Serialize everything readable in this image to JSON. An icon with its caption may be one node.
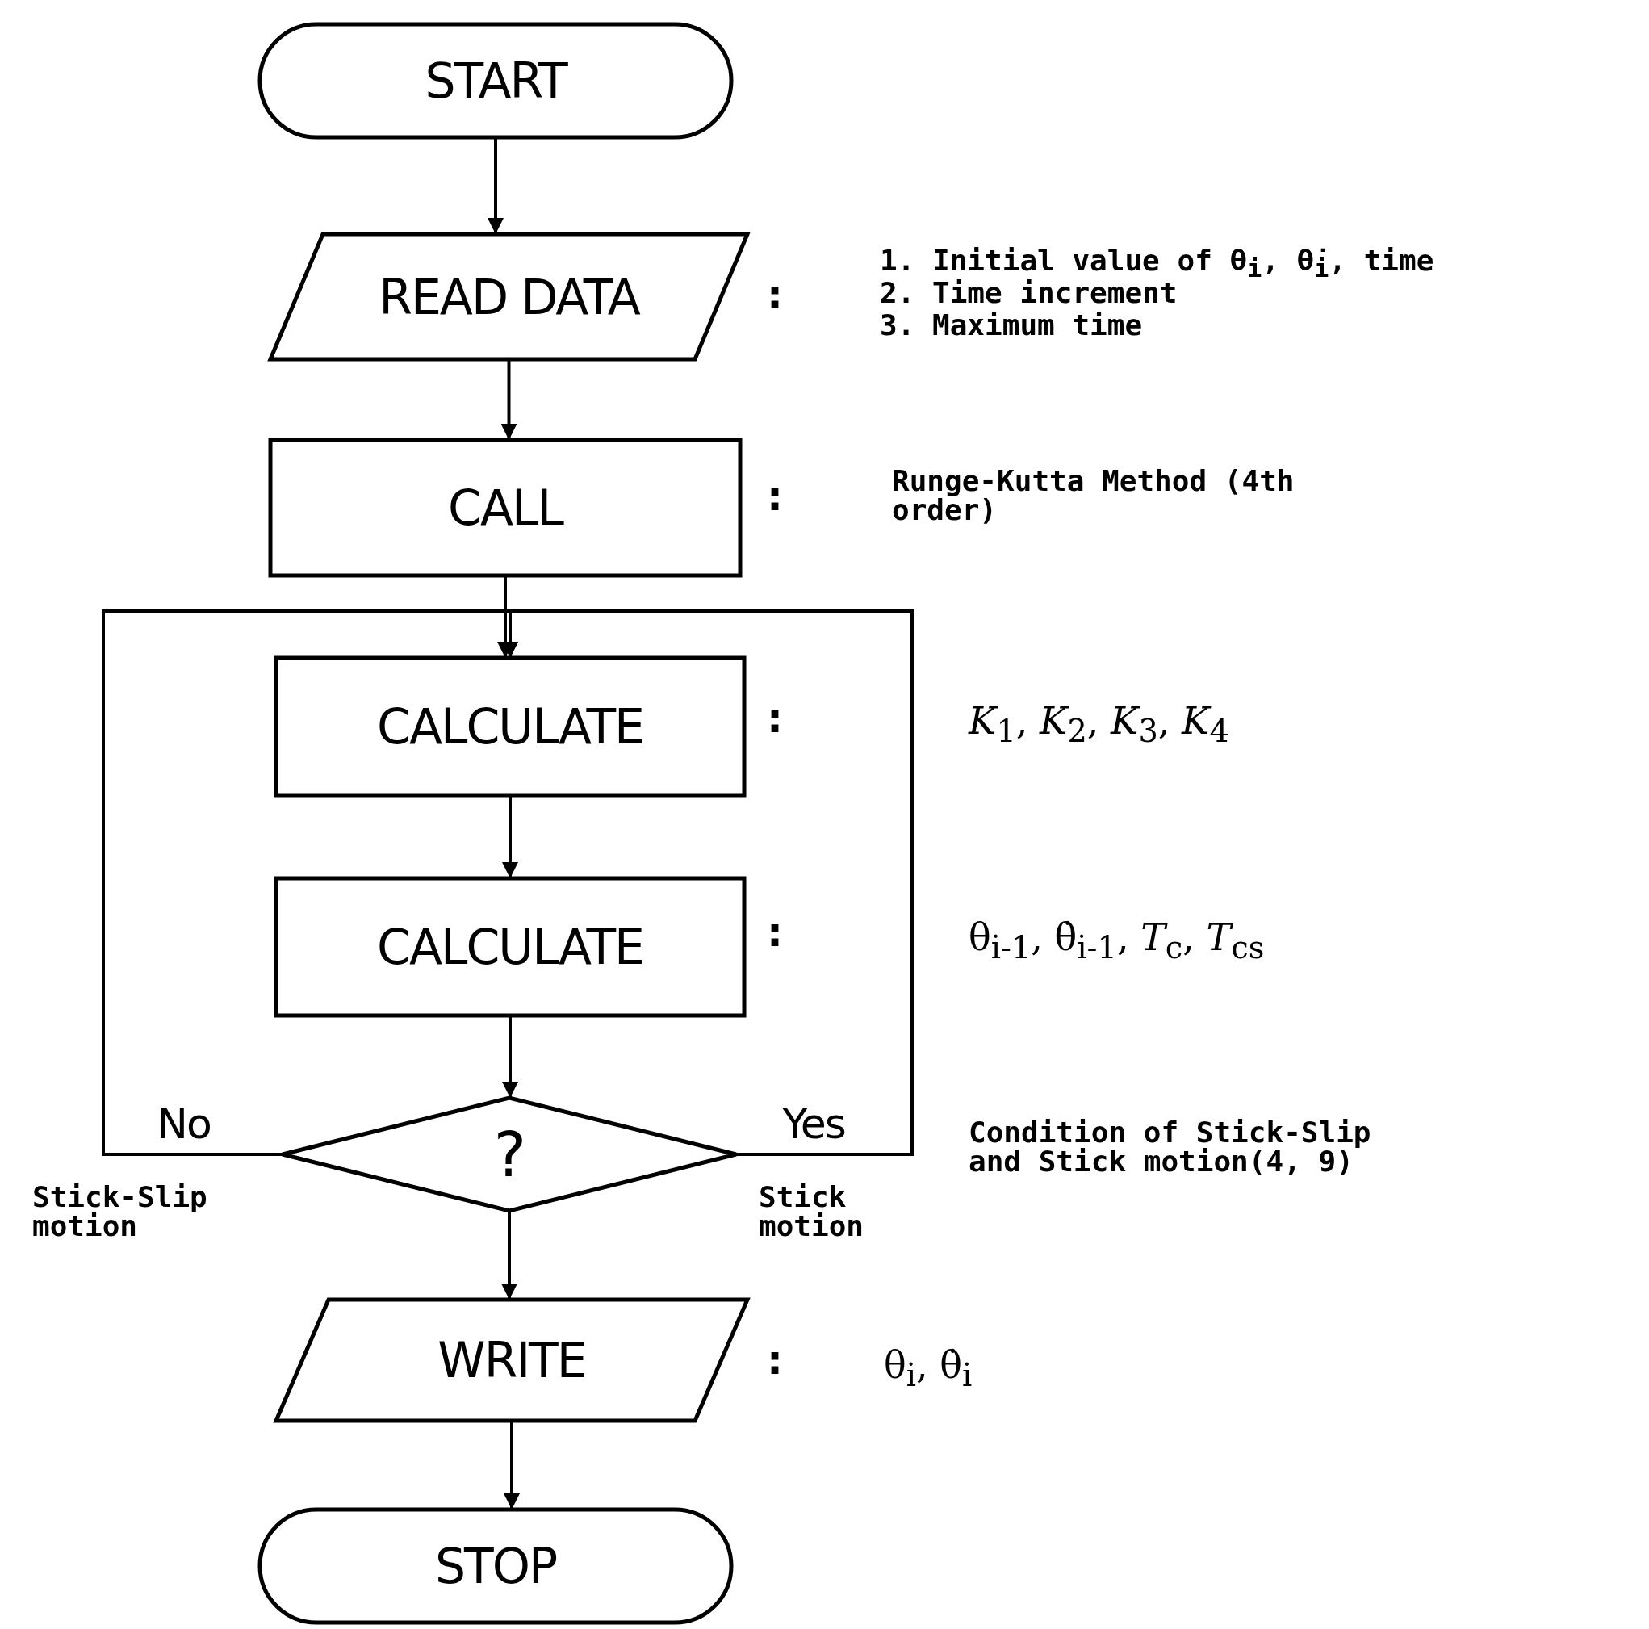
{
  "diagram": {
    "nodes": [
      {
        "text": [
          "START"
        ]
      },
      {
        "text": [
          "READ DATA"
        ],
        "beside": [
          ":",
          "1. Initial value of θ$_{i}$, θ̇$_{i}$, time",
          "2. Time increment",
          "3. Maximum time"
        ]
      },
      {
        "text": [
          "CALL"
        ],
        "beside": [
          ":",
          "Runge-Kutta Method (4th order)"
        ]
      },
      {
        "text": [
          "CALCULATE"
        ],
        "beside": [
          ":"
        ]
      },
      {
        "text": [
          "CALCULATE"
        ],
        "beside": [
          ":"
        ]
      },
      {
        "text": [
          "?"
        ]
      },
      {
        "text": [
          "WRITE"
        ],
        "beside": [
          ":",
          "θ$_{i}$, θ̇$_{i}$"
        ]
      },
      {
        "text": [
          "STOP"
        ]
      }
    ],
    "edges": [
      {
        "from": 0,
        "to": 1,
        "arrow": "to"
      },
      {
        "from": 1,
        "to": 2,
        "arrow": "to"
      },
      {
        "from": 2,
        "to": 3,
        "arrow": "to"
      },
      {
        "from": 3,
        "to": 4,
        "arrow": "to"
      },
      {
        "from": 4,
        "to": 5,
        "arrow": "to"
      },
      {
        "from": 5,
        "to": 3,
        "arrow": "to",
        "label": "No"
      },
      {
        "from": 5,
        "to": 3,
        "arrow": "to",
        "label": "Yes"
      },
      {
        "from": 5,
        "to": 6,
        "arrow": "to"
      },
      {
        "from": 6,
        "to": 7,
        "arrow": "to"
      }
    ],
    "labels": [
      "*K*$_{1}$, *K*$_{2}$, *K*$_{3}$, *K*$_{4}$",
      "θ$_{i-1}$, θ̇$_{i-1}$, *T*$_{c}$, *T*$_{cs}$",
      "Condition of Stick-Slip and Stick motion(4, 9)",
      "Stick-Slip motion",
      "Stick motion"
    ]
  }
}
